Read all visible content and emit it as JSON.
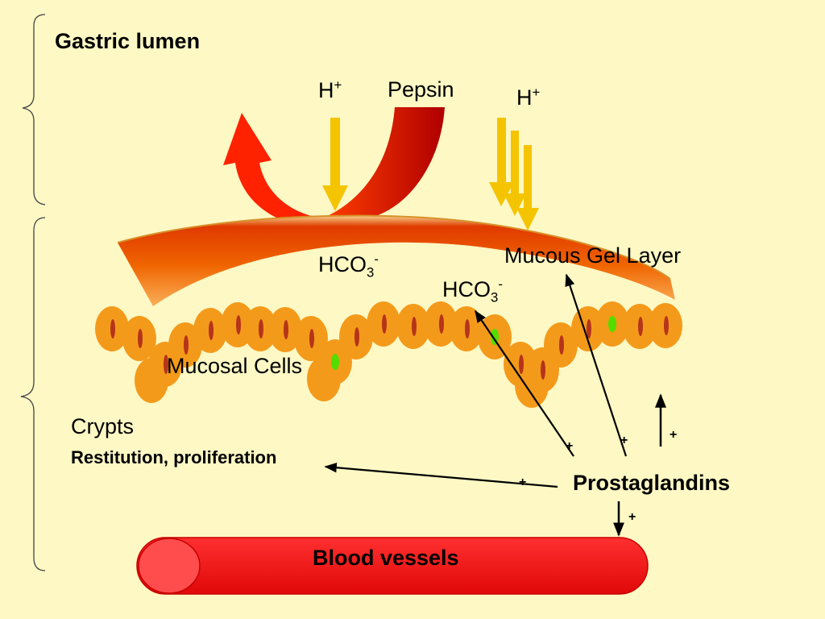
{
  "labels": {
    "gastric_lumen": "Gastric lumen",
    "h_plus_left": "H",
    "h_plus_right": "H",
    "h_plus_sup": "+",
    "pepsin": "Pepsin",
    "hco3_base": "HCO",
    "hco3_sub": "3",
    "hco3_sup": "-",
    "mucous_gel_layer": "Mucous Gel Layer",
    "mucosal_cells": "Mucosal Cells",
    "crypts": "Crypts",
    "restitution": "Restitution, proliferation",
    "prostaglandins": "Prostaglandins",
    "blood_vessels": "Blood vessels",
    "plus_sign": "+"
  },
  "colors": {
    "background": "#fdf8c4",
    "acid_arrow": "#f5c400",
    "pepsin_arrow": "#d60000",
    "mucus_layer": "#f05a00",
    "cells": "#f49a1a",
    "nucleus": "#b5341a",
    "vessel": "#ee1a1a"
  }
}
